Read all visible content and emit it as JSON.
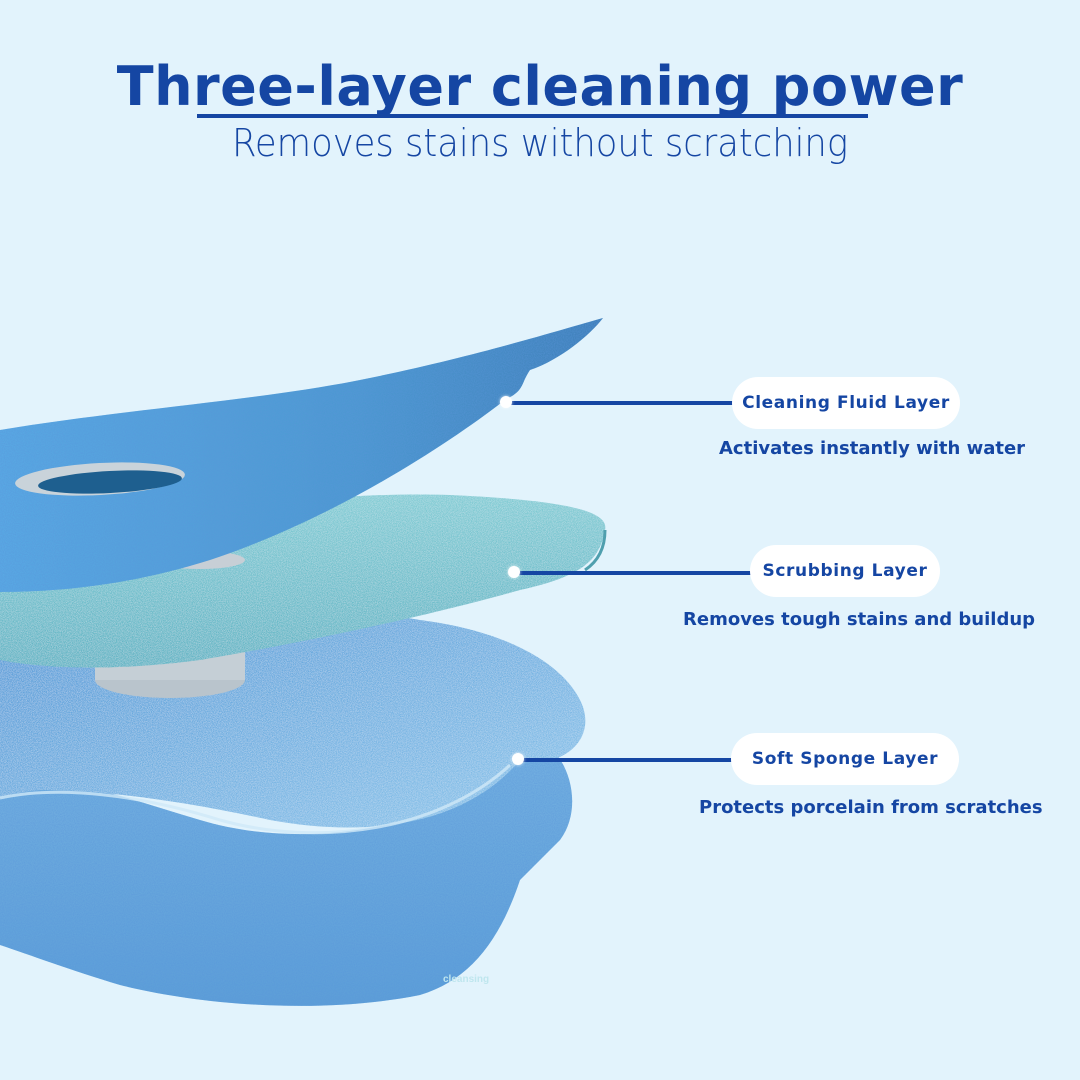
{
  "header": {
    "title": "Three-layer cleaning power",
    "subtitle": "Removes stains without scratching"
  },
  "layers": [
    {
      "name": "Cleaning Fluid Layer",
      "description": "Activates instantly with water"
    },
    {
      "name": "Scrubbing Layer",
      "description": "Removes tough stains and buildup"
    },
    {
      "name": "Soft Sponge Layer",
      "description": "Protects porcelain from scratches"
    }
  ],
  "watermark": "cleansing",
  "colors": {
    "background": "#e2f3fc",
    "accent": "#1546a3",
    "fluid_layer": "#4e9fd8",
    "scrub_layer": "#6fc3cc",
    "sponge_layer": "#6aaee0"
  }
}
